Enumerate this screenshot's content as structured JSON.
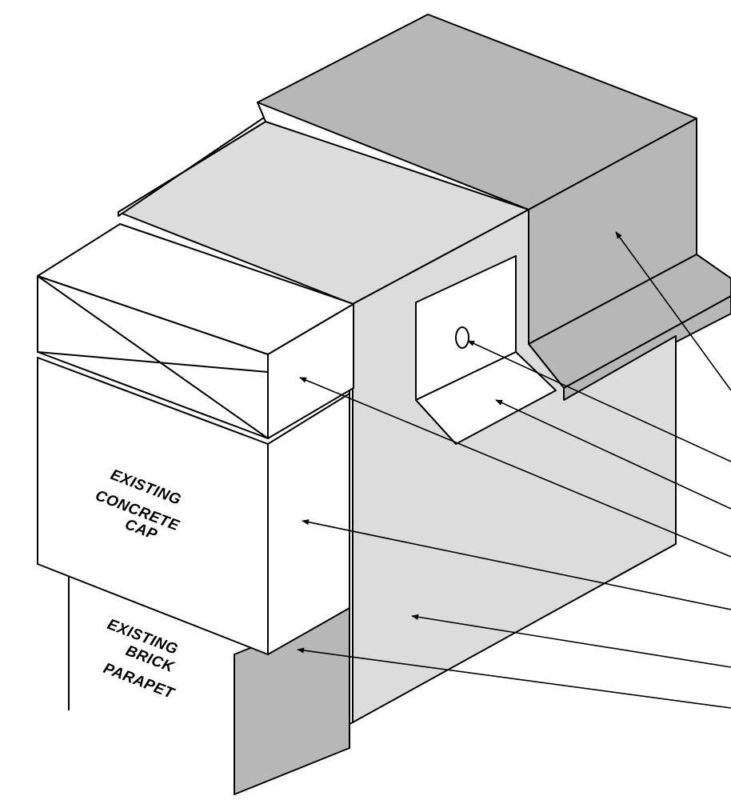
{
  "labels": {
    "cap_line1": "EXISTING",
    "cap_line2": "CONCRETE",
    "cap_line3": "CAP",
    "brick_line1": "EXISTING",
    "brick_line2": "BRICK",
    "brick_line3": "PARAPET"
  },
  "colors": {
    "dark_gray": "#b7b7b7",
    "light_gray": "#dcdcdc",
    "white": "#ffffff",
    "outline": "#000000"
  }
}
